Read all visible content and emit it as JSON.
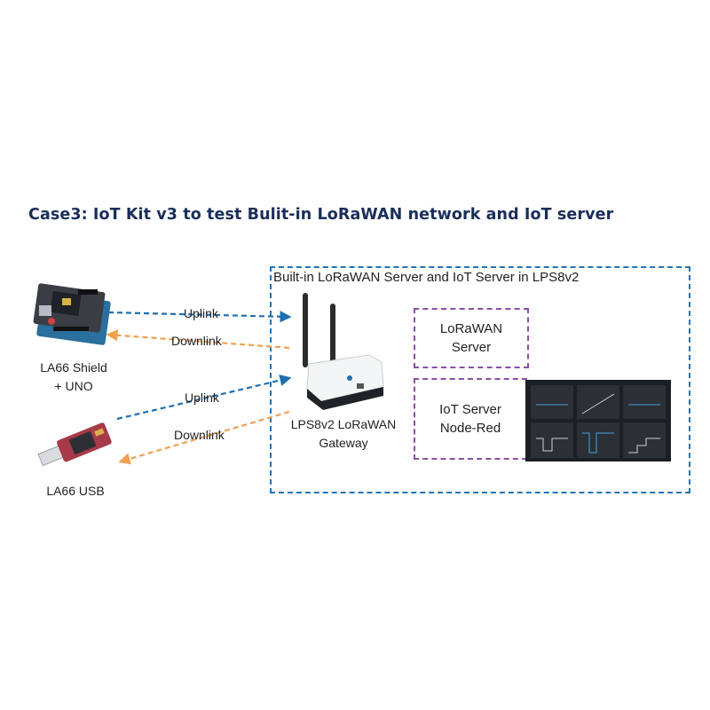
{
  "title": "Case3: IoT Kit v3 to test Bulit-in LoRaWAN network and IoT server",
  "outer_label": "Built-in LoRaWAN Server and IoT Server in LPS8v2",
  "lorawan_server": {
    "line1": "LoRaWAN",
    "line2": "Server"
  },
  "iot_server": {
    "line1": "IoT Server",
    "line2": "Node-Red"
  },
  "gateway": {
    "line1": "LPS8v2 LoRaWAN",
    "line2": "Gateway"
  },
  "shield": {
    "line1": "LA66 Shield",
    "line2": "+ UNO"
  },
  "usb": {
    "label": "LA66 USB"
  },
  "links": {
    "shield_uplink": "Uplink",
    "shield_downlink": "Downlink",
    "usb_uplink": "Uplink",
    "usb_downlink": "Downlink"
  },
  "colors": {
    "uplink": "#1f6fb2",
    "downlink": "#f0a050",
    "outer_border": "#1f74b8",
    "inner_border": "#8a4fa8",
    "title": "#1a2e5a"
  },
  "icons": [
    "arduino-shield-icon",
    "usb-dongle-icon",
    "gateway-router-icon",
    "dashboard-thumbnail"
  ]
}
